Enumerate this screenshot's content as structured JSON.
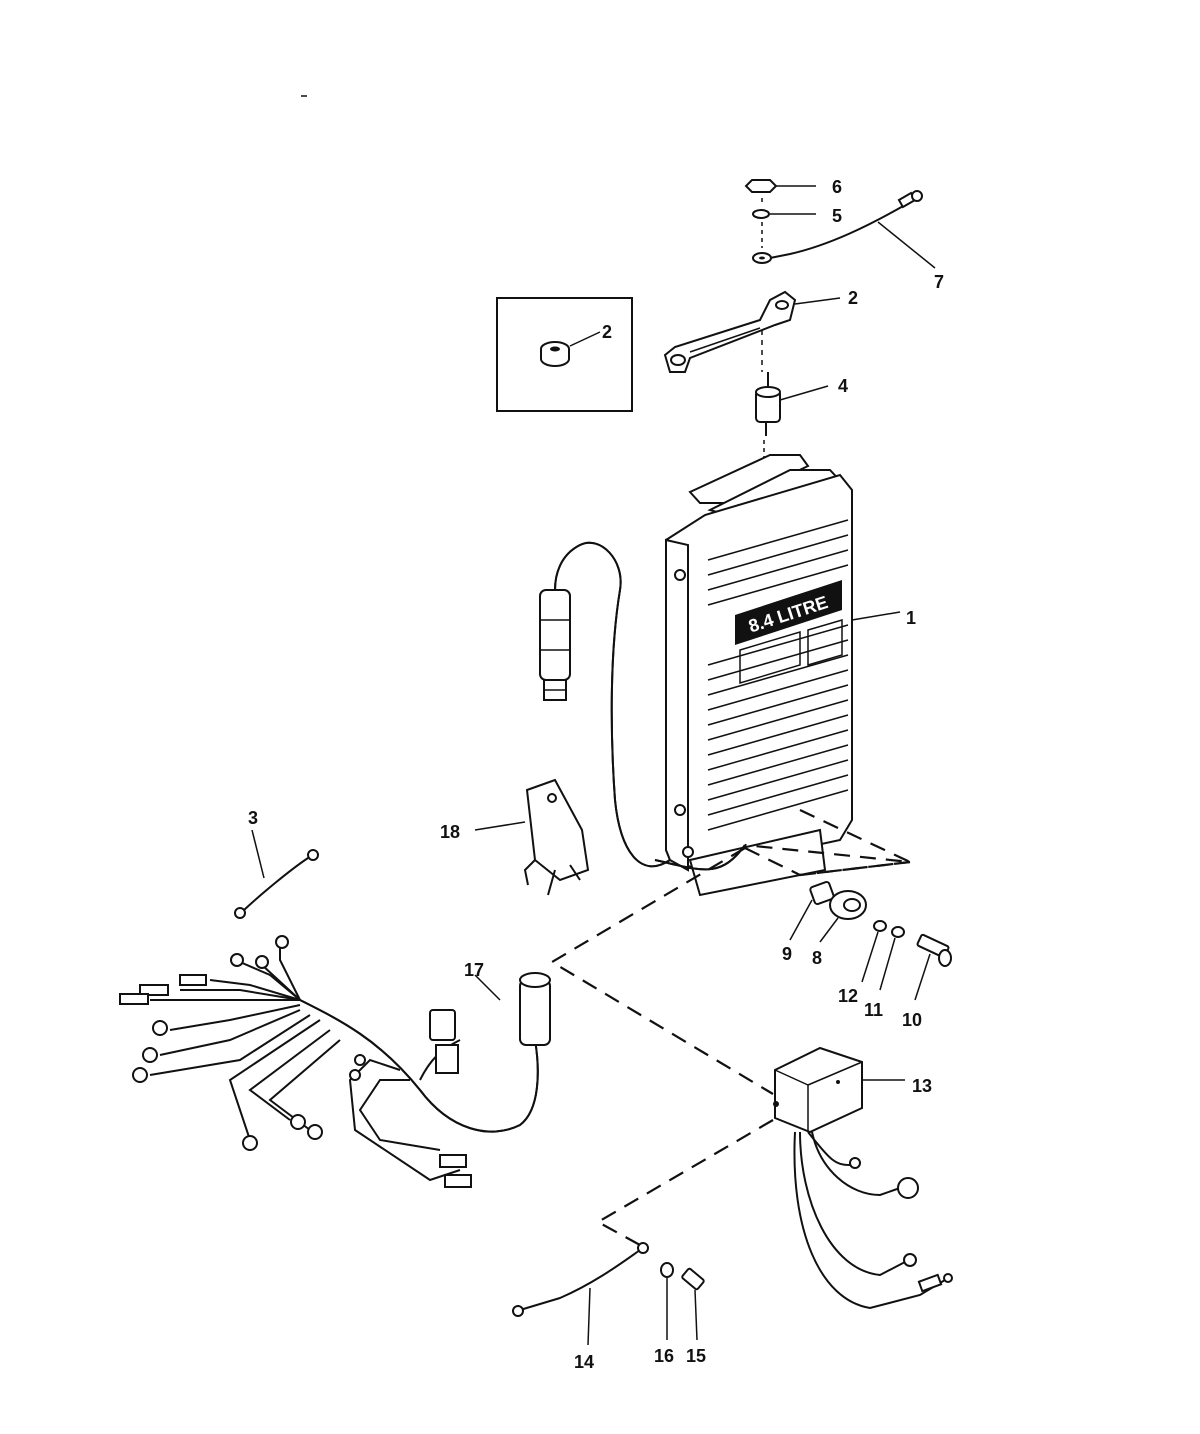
{
  "diagram": {
    "module_text": "8.4 LITRE",
    "callouts": [
      {
        "id": "c1",
        "label": "1"
      },
      {
        "id": "c2a",
        "label": "2"
      },
      {
        "id": "c2b",
        "label": "2"
      },
      {
        "id": "c3",
        "label": "3"
      },
      {
        "id": "c4",
        "label": "4"
      },
      {
        "id": "c5",
        "label": "5"
      },
      {
        "id": "c6",
        "label": "6"
      },
      {
        "id": "c7",
        "label": "7"
      },
      {
        "id": "c8",
        "label": "8"
      },
      {
        "id": "c9",
        "label": "9"
      },
      {
        "id": "c10",
        "label": "10"
      },
      {
        "id": "c11",
        "label": "11"
      },
      {
        "id": "c12",
        "label": "12"
      },
      {
        "id": "c13",
        "label": "13"
      },
      {
        "id": "c14",
        "label": "14"
      },
      {
        "id": "c15",
        "label": "15"
      },
      {
        "id": "c16",
        "label": "16"
      },
      {
        "id": "c17",
        "label": "17"
      },
      {
        "id": "c18",
        "label": "18"
      }
    ]
  }
}
